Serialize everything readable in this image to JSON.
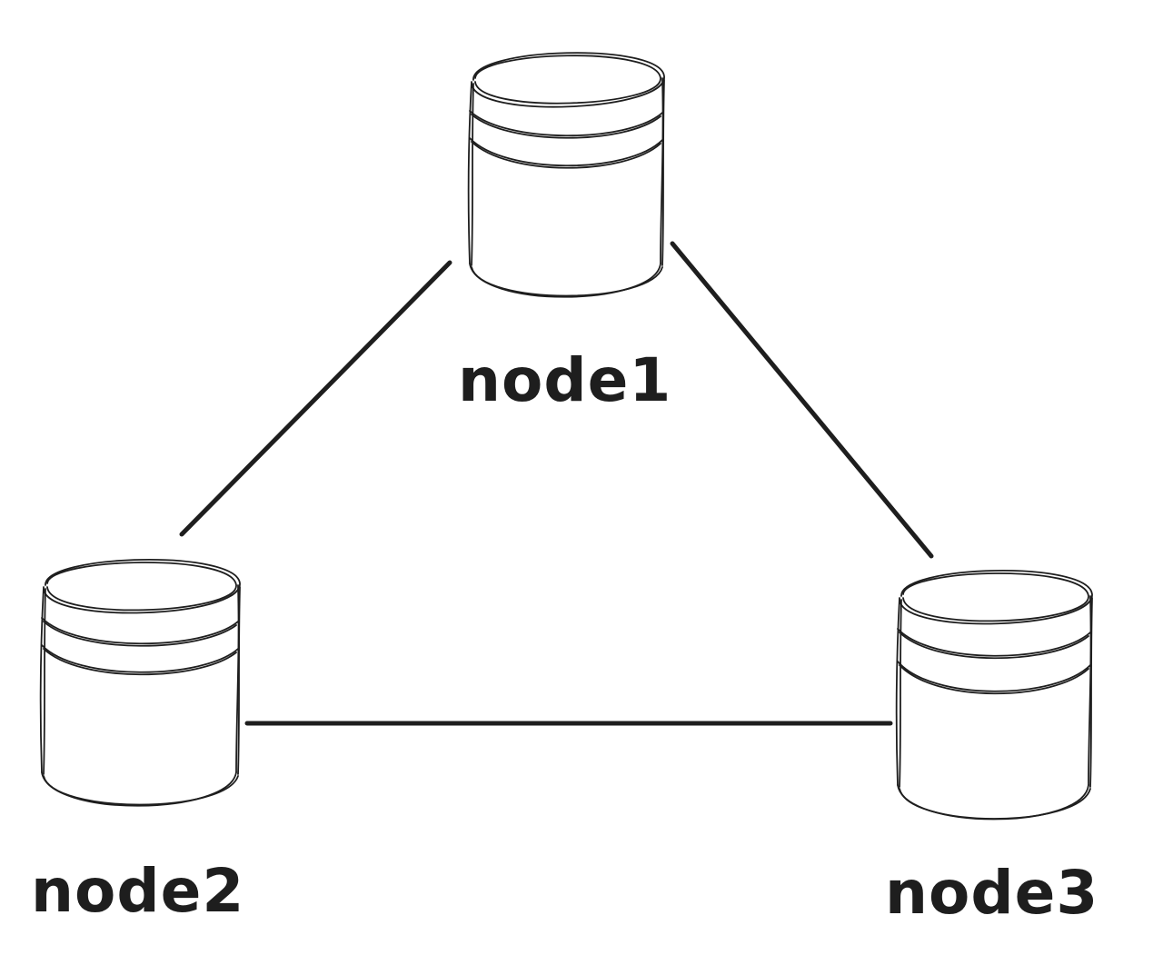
{
  "diagram": {
    "nodes": [
      {
        "id": "node1",
        "label": "node1",
        "icon": "database-icon"
      },
      {
        "id": "node2",
        "label": "node2",
        "icon": "database-icon"
      },
      {
        "id": "node3",
        "label": "node3",
        "icon": "database-icon"
      }
    ],
    "edges": [
      {
        "from": "node1",
        "to": "node2"
      },
      {
        "from": "node1",
        "to": "node3"
      },
      {
        "from": "node2",
        "to": "node3"
      }
    ],
    "colors": {
      "stroke": "#1e1e1e",
      "background": "#ffffff"
    }
  }
}
